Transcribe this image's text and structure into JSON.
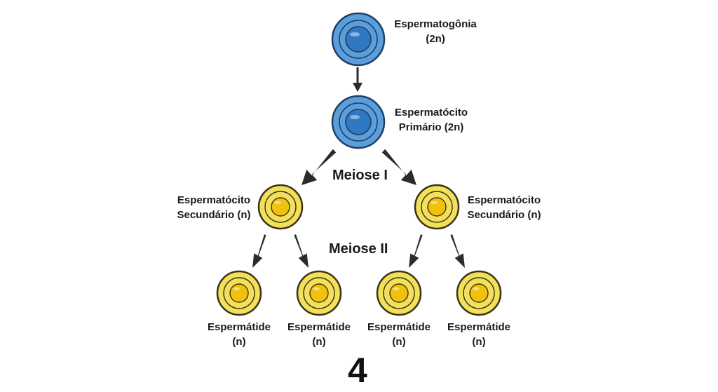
{
  "colors": {
    "diploid_fill": "#5a9edb",
    "diploid_stroke": "#1f3f66",
    "diploid_nucleus": "#2f78c2",
    "haploid_fill": "#f3e05a",
    "haploid_stroke": "#3a3318",
    "haploid_nucleus": "#f0c20e",
    "arrow": "#2b2b2b"
  },
  "cells": {
    "spermatogonia": {
      "name": "Espermatogônia",
      "ploidy": "(2n)"
    },
    "primary_spermatocyte": {
      "name_line1": "Espermatócito",
      "name_line2": "Primário (2n)"
    },
    "secondary_left": {
      "name_line1": "Espermatócito",
      "name_line2": "Secundário (n)"
    },
    "secondary_right": {
      "name_line1": "Espermatócito",
      "name_line2": "Secundário (n)"
    },
    "spermatids": [
      {
        "name": "Espermátide",
        "ploidy": "(n)"
      },
      {
        "name": "Espermátide",
        "ploidy": "(n)"
      },
      {
        "name": "Espermátide",
        "ploidy": "(n)"
      },
      {
        "name": "Espermátide",
        "ploidy": "(n)"
      }
    ]
  },
  "stages": {
    "meiosis_1": "Meiose I",
    "meiosis_2": "Meiose II"
  },
  "result_count": "4"
}
